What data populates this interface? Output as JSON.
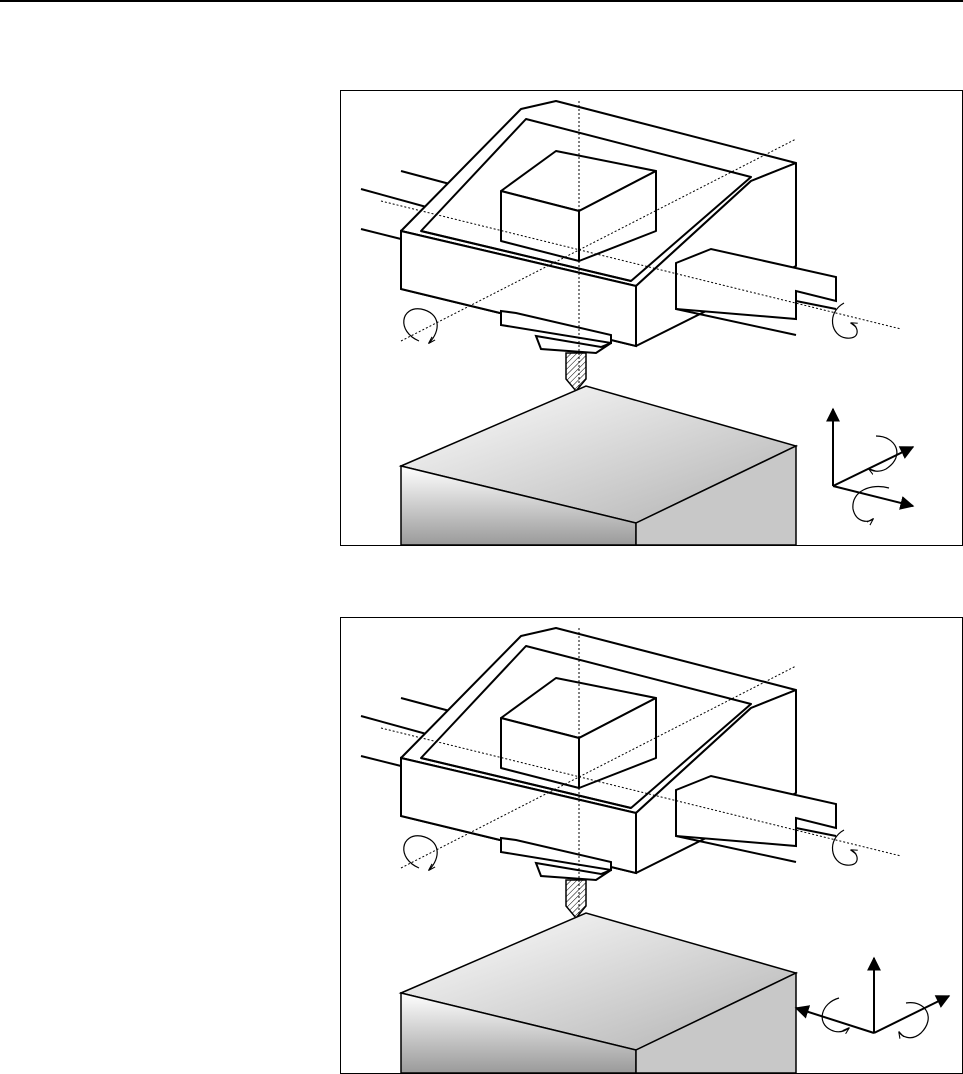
{
  "page": {
    "figures": [
      {
        "id": "top",
        "description_key": "gantry-head-rotations-fixed-table-axes"
      },
      {
        "id": "bottom",
        "description_key": "gantry-head-rotations-table-axes-variant"
      }
    ]
  },
  "colors": {
    "stroke": "#000000",
    "workpiece_gradient_start": "#ffffff",
    "workpiece_gradient_end": "#9a9a9a",
    "side_face": "#c8c8c8"
  }
}
